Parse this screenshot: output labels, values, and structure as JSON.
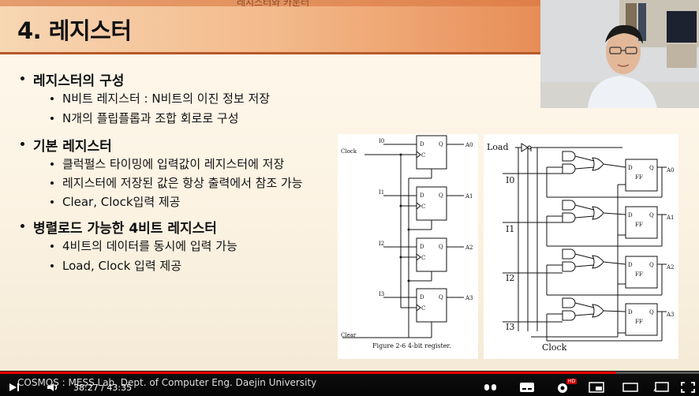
{
  "slide": {
    "top_text": "레지스터와 카운터",
    "title": "4. 레지스터",
    "sections": [
      {
        "heading": "레지스터의 구성",
        "items": [
          "N비트 레지스터 : N비트의 이진 정보 저장",
          "N개의 플립플롭과 조합 회로로 구성"
        ]
      },
      {
        "heading": "기본 레지스터",
        "items": [
          "클럭펄스 타이밍에 입력값이 레지스터에 저장",
          "레지스터에 저장된 값은 항상 출력에서 참조 가능",
          "Clear, Clock입력 제공"
        ]
      },
      {
        "heading": "병렬로드 가능한 4비트 레지스터",
        "items": [
          "4비트의 데이터를 동시에 입력 가능",
          "Load, Clock 입력 제공"
        ]
      }
    ],
    "figure1": {
      "caption": "Figure 2-6  4-bit register.",
      "clock": "Clock",
      "clear": "Clear",
      "inputs": [
        "I0",
        "I1",
        "I2",
        "I3"
      ],
      "outputs": [
        "A0",
        "A1",
        "A2",
        "A3"
      ],
      "d": "D",
      "c": "C",
      "q": "Q"
    },
    "figure2": {
      "load": "Load",
      "clock": "Clock",
      "inputs": [
        "I0",
        "I1",
        "I2",
        "I3"
      ],
      "outputs": [
        "A0",
        "A1",
        "A2",
        "A3"
      ],
      "ff": "FF",
      "d": "D",
      "q": "Q"
    }
  },
  "player": {
    "channel": "COSMOS : MESS Lab. Dept. of Computer Eng. Daejin University",
    "time": "38:27 / 43:35",
    "progress": 0.882,
    "hd_badge": "HD",
    "colors": {
      "progress": "#ff0000",
      "badge": "#cc0000"
    }
  }
}
